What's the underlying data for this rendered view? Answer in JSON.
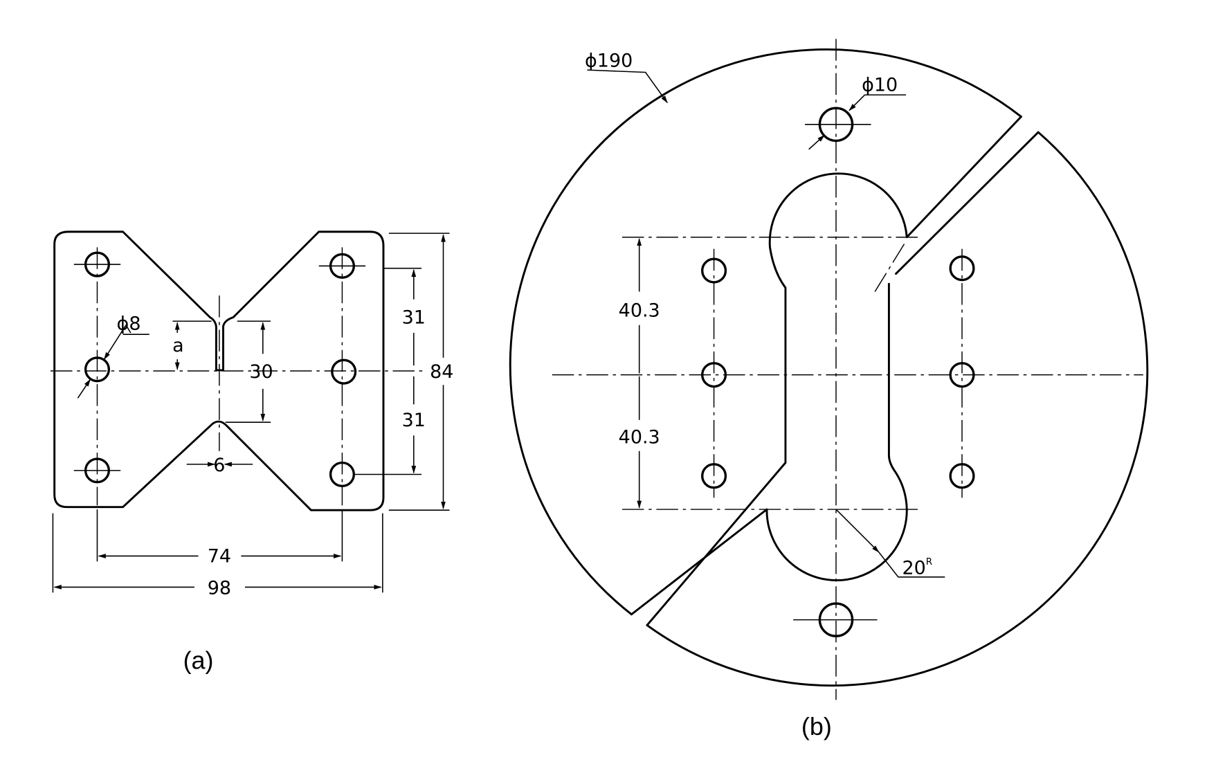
{
  "figure_a": {
    "caption": "(a)",
    "dims": {
      "hole_dia": "ϕ8",
      "a": "a",
      "slot_depth": "30",
      "slot_width": "6",
      "pitch_top": "31",
      "pitch_bottom": "31",
      "height": "84",
      "hole_span": "74",
      "width": "98"
    }
  },
  "figure_b": {
    "caption": "(b)",
    "dims": {
      "outer_dia": "ϕ190",
      "hole_dia": "ϕ10",
      "pitch_top": "40.3",
      "pitch_bottom": "40.3",
      "radius": "20",
      "radius_suffix": "R"
    }
  }
}
